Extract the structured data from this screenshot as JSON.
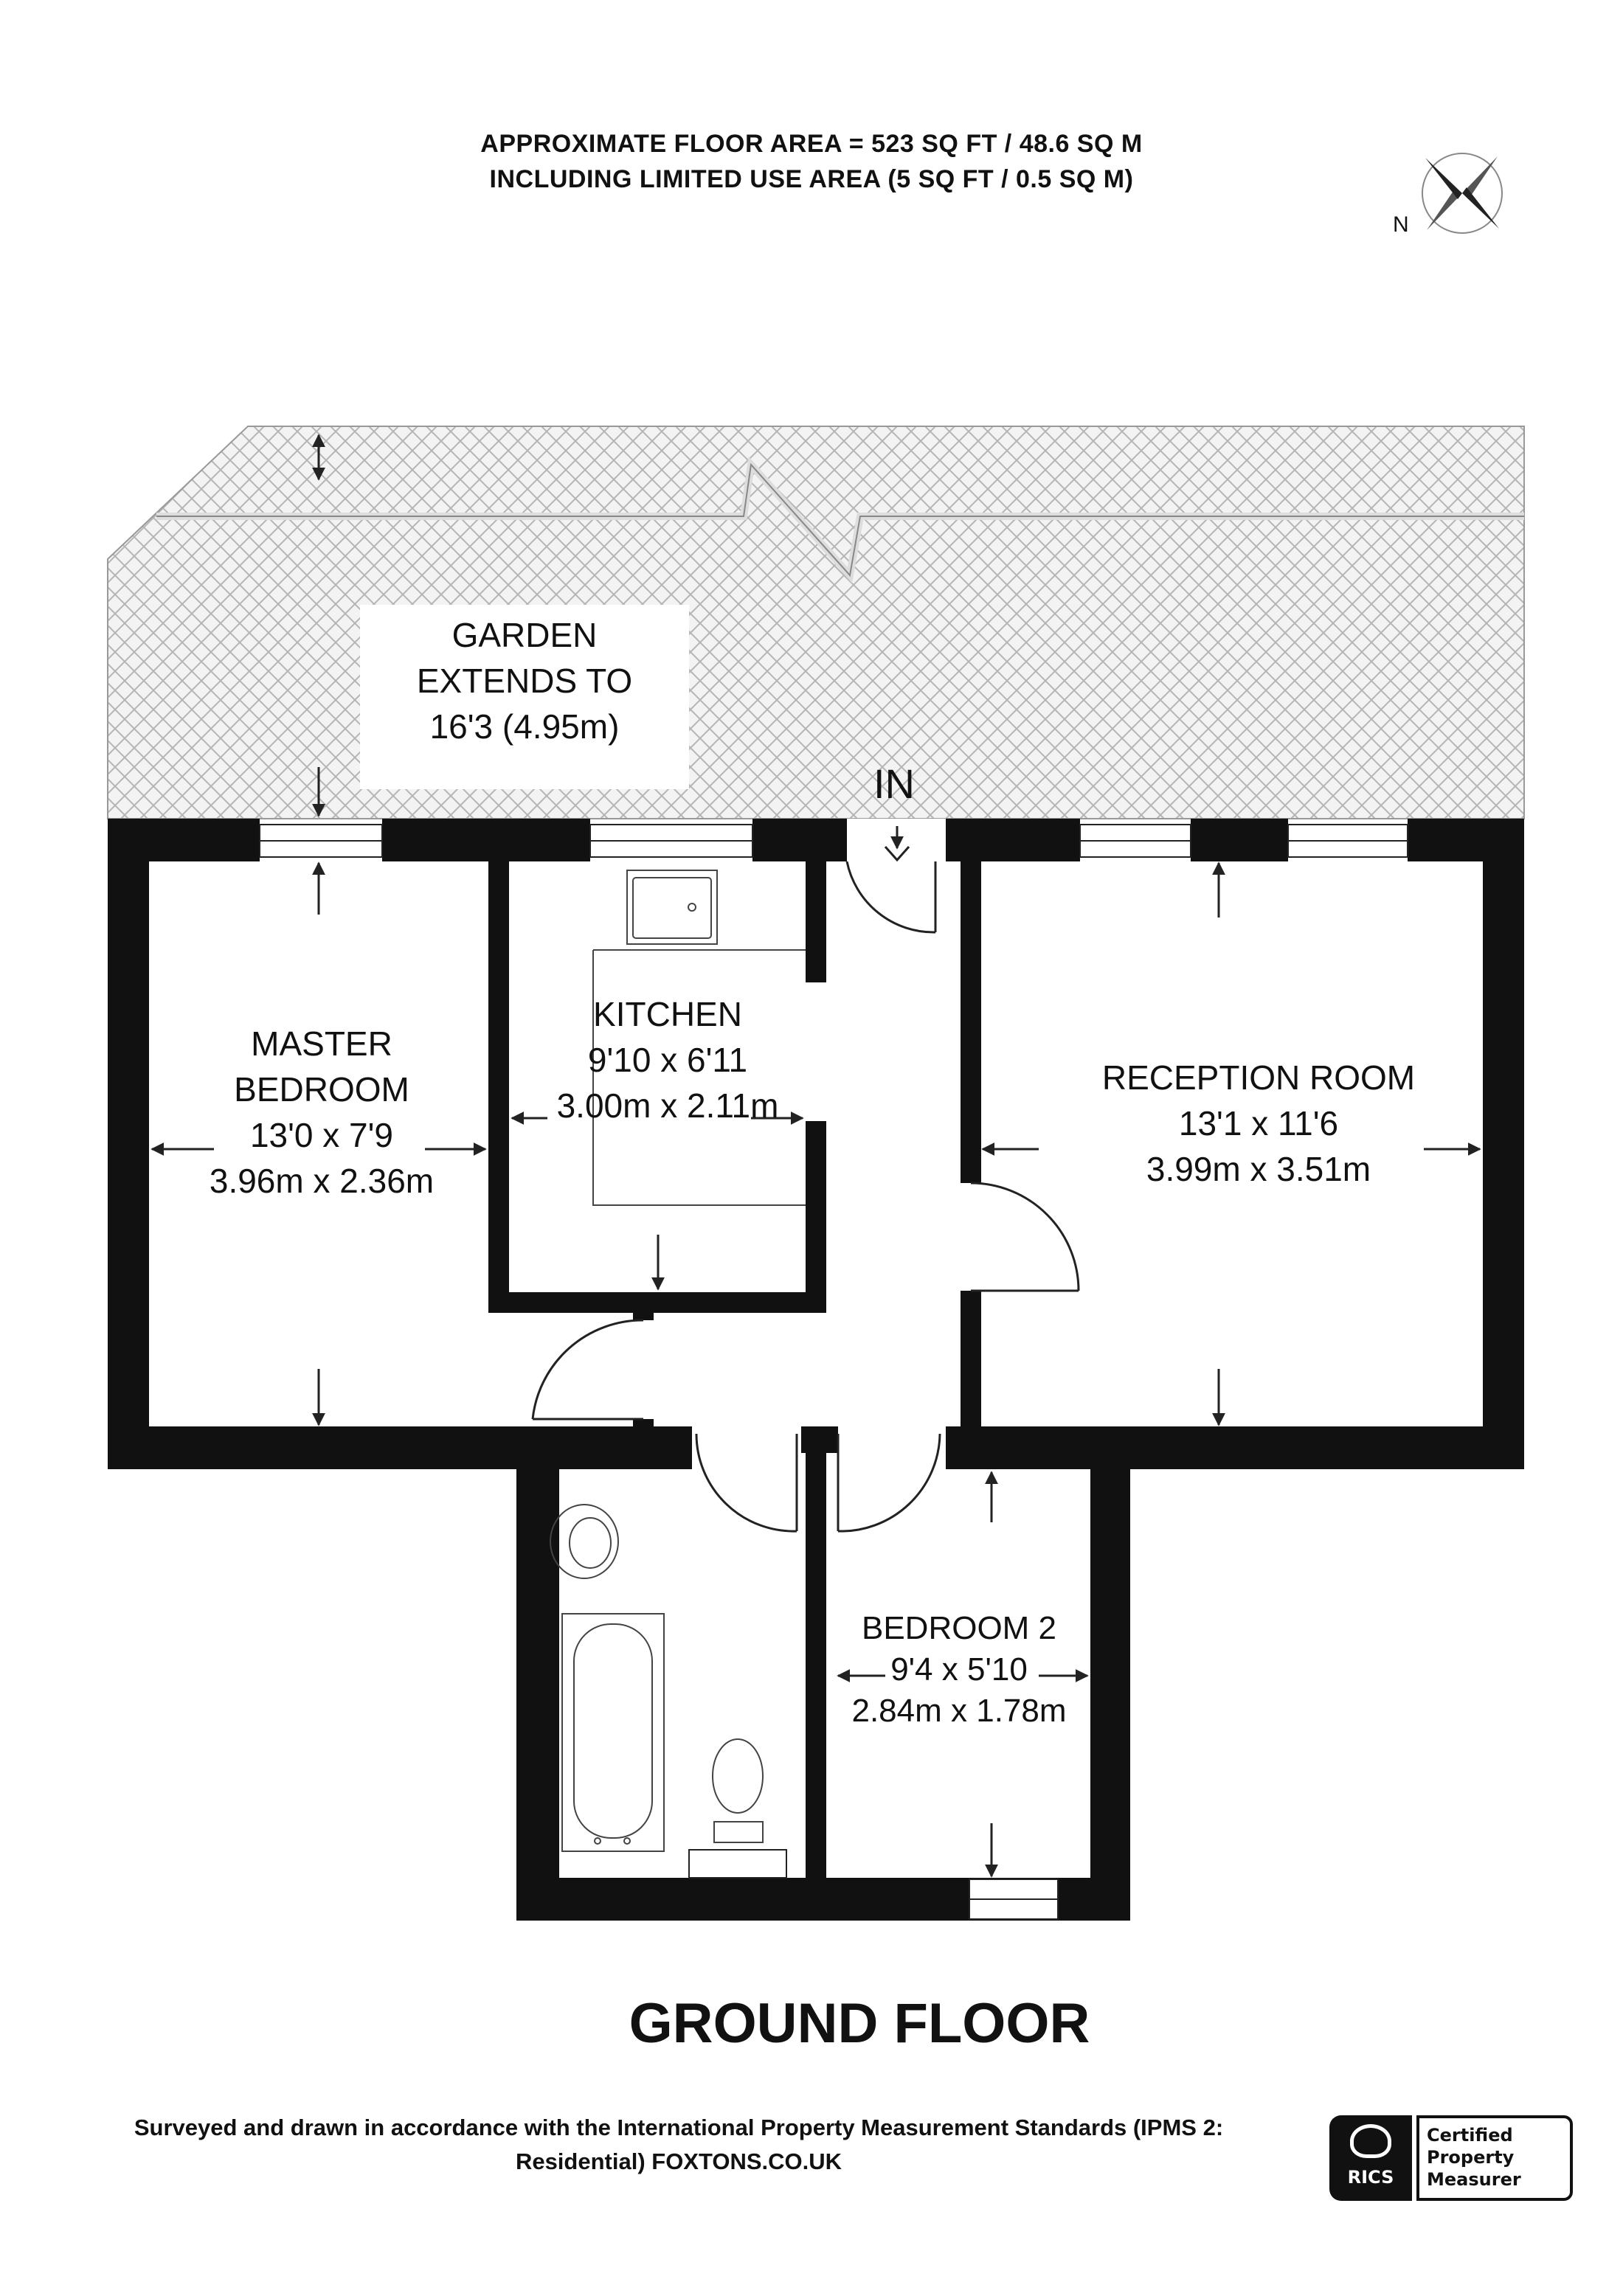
{
  "header": {
    "line1": "APPROXIMATE FLOOR AREA = 523 SQ FT / 48.6 SQ M",
    "line2": "INCLUDING LIMITED USE AREA (5 SQ FT / 0.5 SQ M)"
  },
  "compass": {
    "label": "N"
  },
  "entrance": {
    "label": "IN"
  },
  "rooms": {
    "garden": {
      "line1": "GARDEN",
      "line2": "EXTENDS TO",
      "line3": "16'3 (4.95m)"
    },
    "master_bedroom": {
      "line1": "MASTER",
      "line2": "BEDROOM",
      "imperial": "13'0 x 7'9",
      "metric": "3.96m x 2.36m"
    },
    "kitchen": {
      "name": "KITCHEN",
      "imperial": "9'10 x 6'11",
      "metric": "3.00m x 2.11m"
    },
    "reception": {
      "name": "RECEPTION ROOM",
      "imperial": "13'1 x 11'6",
      "metric": "3.99m x 3.51m"
    },
    "bedroom2": {
      "name": "BEDROOM 2",
      "imperial": "9'4 x 5'10",
      "metric": "2.84m x 1.78m"
    }
  },
  "floor_title": "GROUND FLOOR",
  "footer": {
    "line1": "Surveyed and drawn in accordance with the International Property Measurement Standards (IPMS 2:",
    "line2": "Residential) FOXTONS.CO.UK"
  },
  "badge": {
    "logo_text": "RICS",
    "line1": "Certified",
    "line2": "Property",
    "line3": "Measurer"
  },
  "colors": {
    "wall": "#111111",
    "hatch": "#c8c8c8",
    "line": "#222222"
  }
}
